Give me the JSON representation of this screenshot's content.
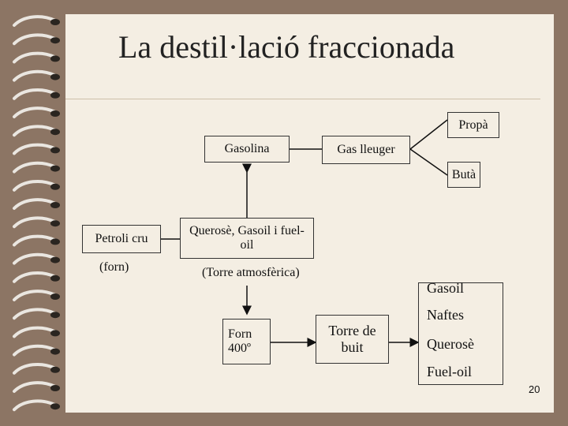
{
  "title": "La destil·lació fraccionada",
  "nodes": {
    "propa": "Propà",
    "gasolina": "Gasolina",
    "gas_lleuger": "Gas lleuger",
    "buta": "Butà",
    "petroli_cru": "Petroli cru",
    "forn_label": "(forn)",
    "querose_gasoil": "Querosè, Gasoil i fuel-oil",
    "torre_atmosferica": "(Torre atmosfèrica)",
    "forn_400": "Forn 400º",
    "torre_buit": "Torre de buit",
    "products": [
      "Gasoil",
      "Naftes",
      "Querosè",
      "Fuel-oil"
    ]
  },
  "page_number": "20"
}
